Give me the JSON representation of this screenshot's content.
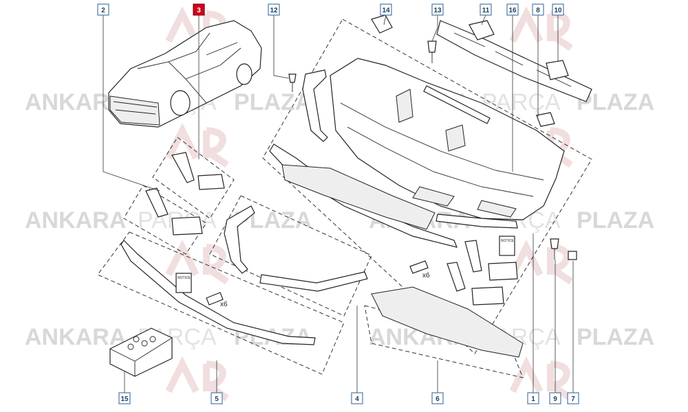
{
  "callouts": [
    {
      "id": "c2",
      "label": "2",
      "selected": false
    },
    {
      "id": "c3",
      "label": "3",
      "selected": true
    },
    {
      "id": "c12",
      "label": "12",
      "selected": false
    },
    {
      "id": "c14",
      "label": "14",
      "selected": false
    },
    {
      "id": "c13",
      "label": "13",
      "selected": false
    },
    {
      "id": "c11",
      "label": "11",
      "selected": false
    },
    {
      "id": "c16",
      "label": "16",
      "selected": false
    },
    {
      "id": "c8",
      "label": "8",
      "selected": false
    },
    {
      "id": "c10",
      "label": "10",
      "selected": false
    },
    {
      "id": "c15",
      "label": "15",
      "selected": false
    },
    {
      "id": "c5",
      "label": "5",
      "selected": false
    },
    {
      "id": "c4",
      "label": "4",
      "selected": false
    },
    {
      "id": "c6",
      "label": "6",
      "selected": false
    },
    {
      "id": "c1",
      "label": "1",
      "selected": false
    },
    {
      "id": "c9",
      "label": "9",
      "selected": false
    },
    {
      "id": "c7",
      "label": "7",
      "selected": false
    }
  ],
  "quantities": {
    "rivets_upper": "x6",
    "rivets_lower": "x6"
  },
  "notice_label": "NOTICE",
  "watermark": {
    "word1": "ANKARA",
    "word2": "PARÇA",
    "word3": "PLAZA"
  },
  "colors": {
    "selected_callout": "#d0021b",
    "callout_border": "#4a7aa6",
    "watermark": "#d8d8d8"
  }
}
